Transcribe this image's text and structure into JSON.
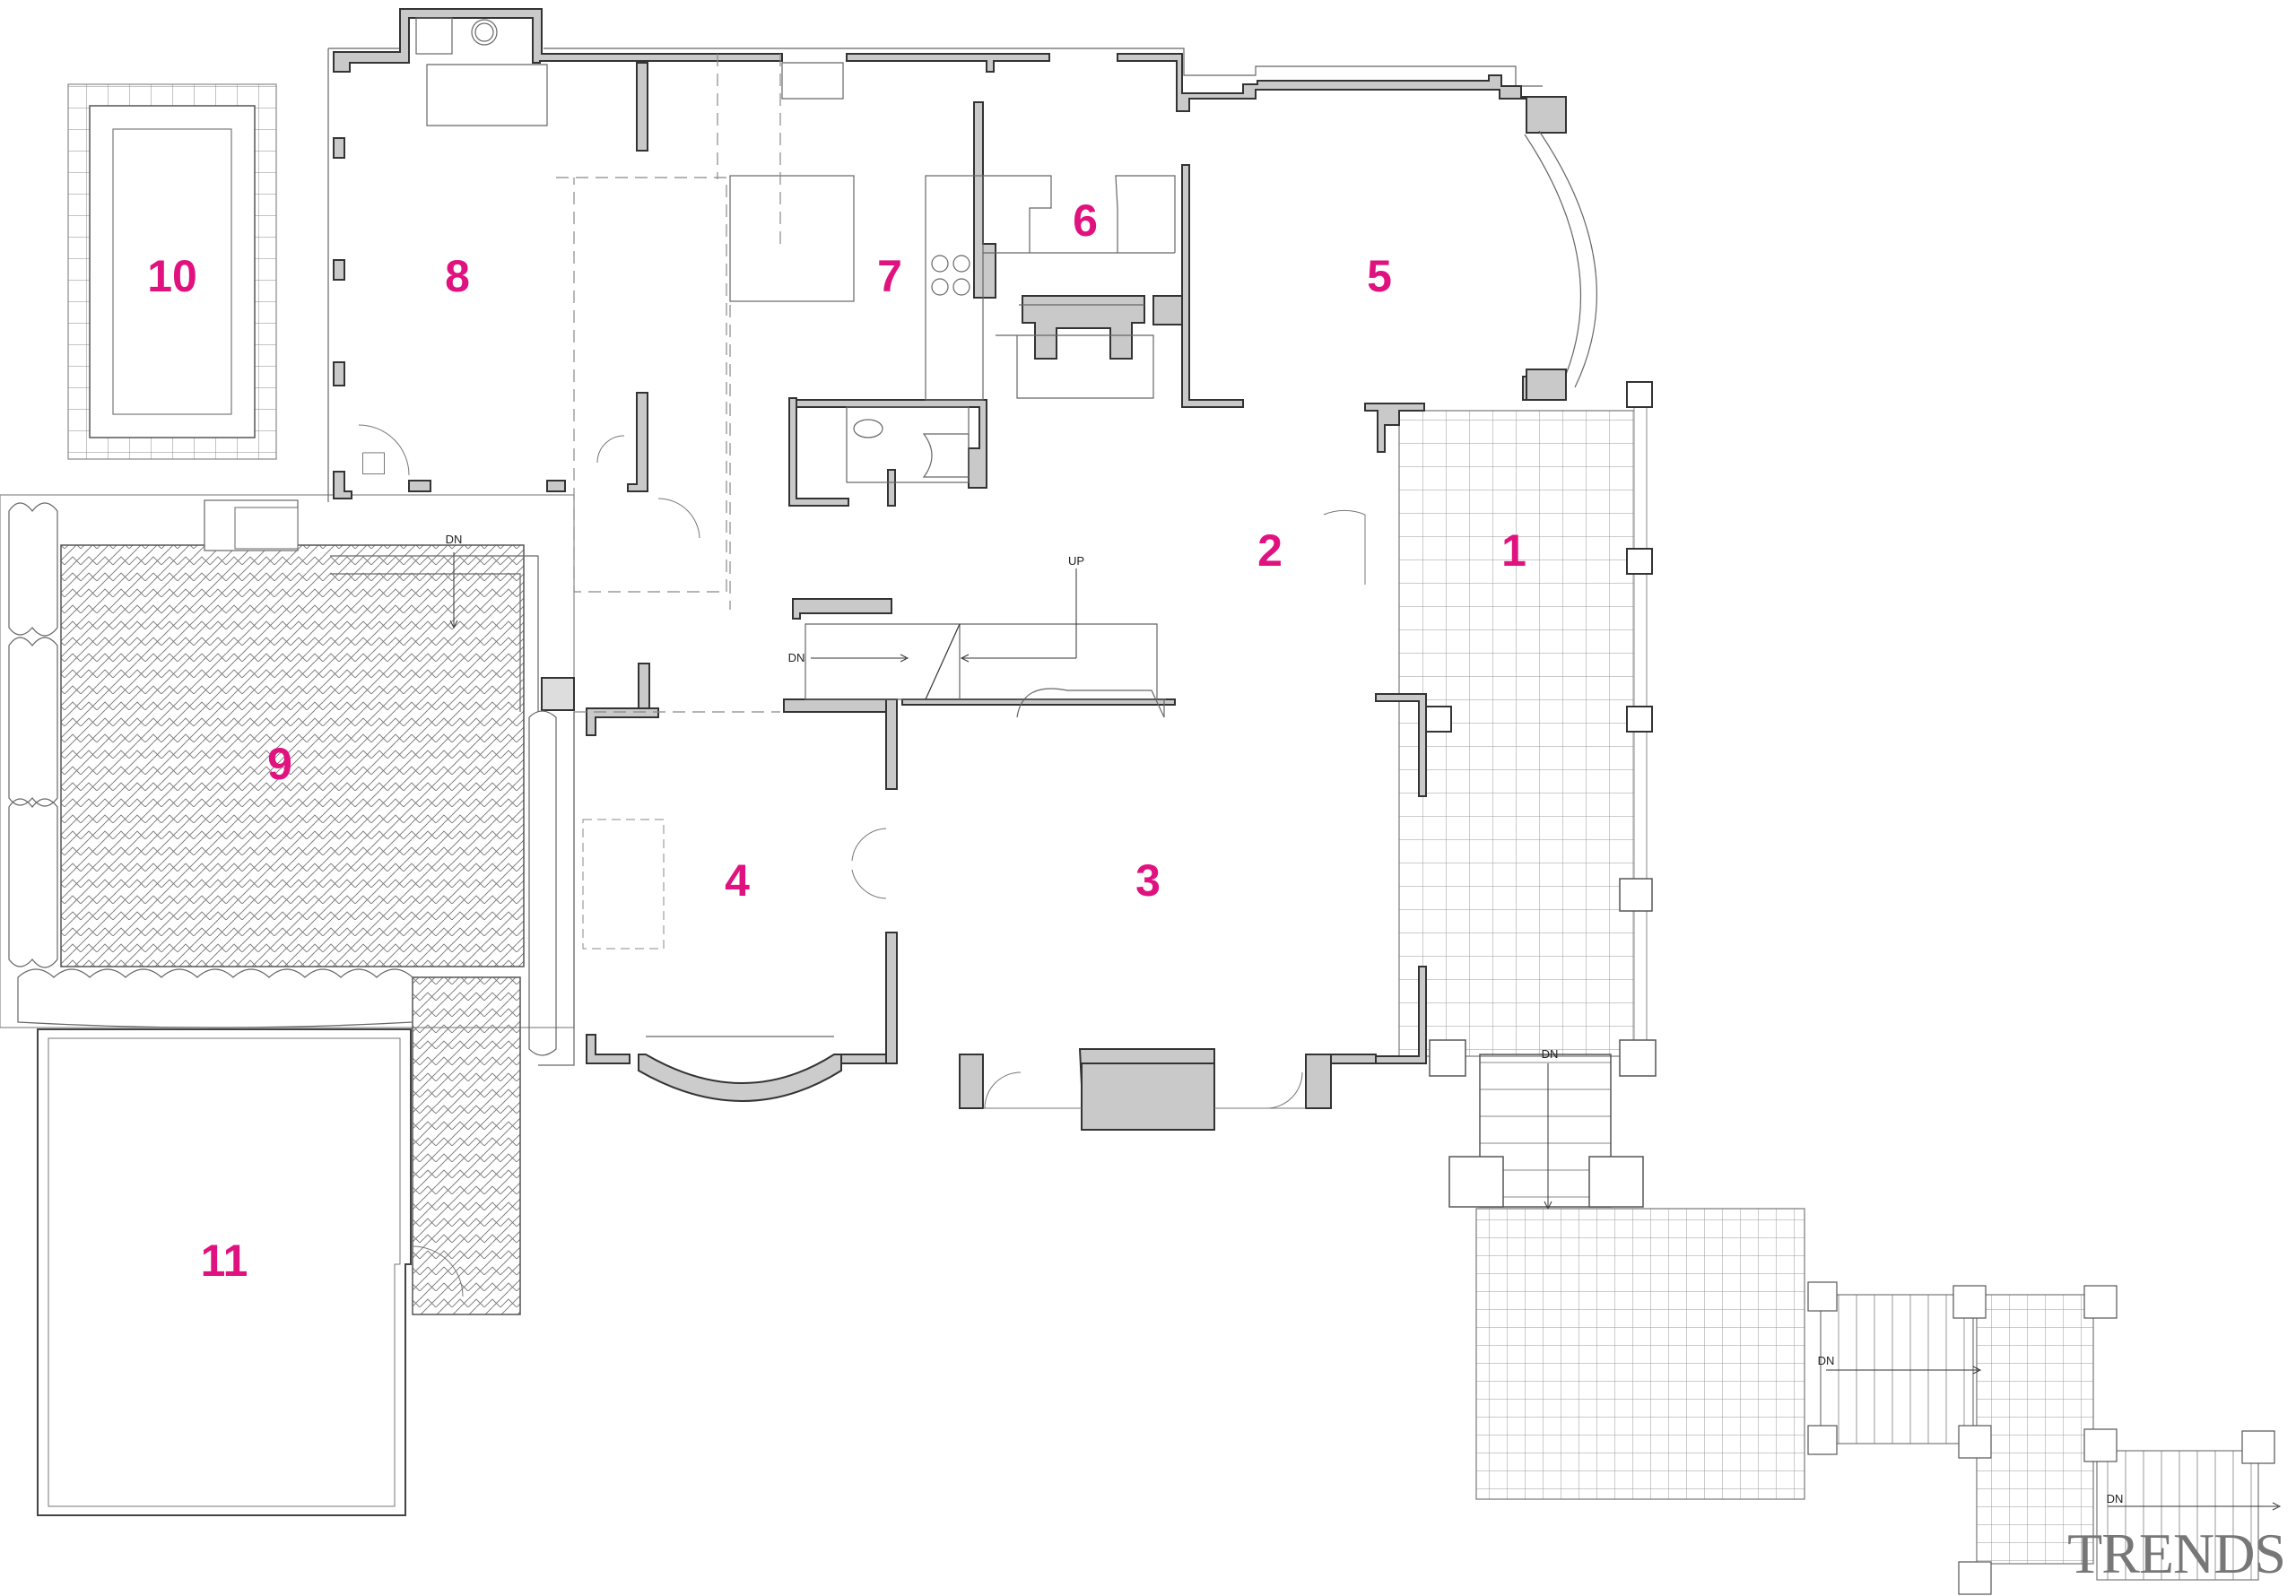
{
  "accent_color": "#e0127f",
  "rooms": [
    {
      "label": "1"
    },
    {
      "label": "2"
    },
    {
      "label": "3"
    },
    {
      "label": "4"
    },
    {
      "label": "5"
    },
    {
      "label": "6"
    },
    {
      "label": "7"
    },
    {
      "label": "8"
    },
    {
      "label": "9"
    },
    {
      "label": "10"
    },
    {
      "label": "11"
    }
  ],
  "stair_labels": {
    "dn_patio": "DN",
    "up_main": "UP",
    "dn_main": "DN",
    "dn_entry": "DN",
    "dn_steps_1": "DN",
    "dn_steps_2": "DN"
  },
  "watermark": "TRENDS"
}
